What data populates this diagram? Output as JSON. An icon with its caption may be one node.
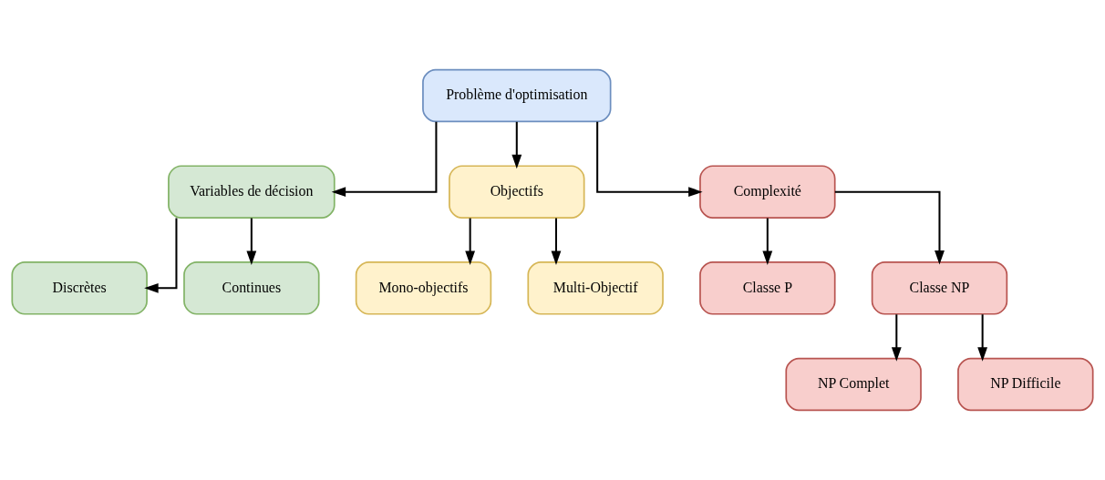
{
  "diagram": {
    "nodes": [
      {
        "text": [
          "Problème d'optimisation"
        ]
      },
      {
        "text": [
          "Variables de décision"
        ]
      },
      {
        "text": [
          "Objectifs"
        ]
      },
      {
        "text": [
          "Complexité"
        ]
      },
      {
        "text": [
          "Discrètes"
        ]
      },
      {
        "text": [
          "Continues"
        ]
      },
      {
        "text": [
          "Mono-objectifs"
        ]
      },
      {
        "text": [
          "Multi-Objectif"
        ]
      },
      {
        "text": [
          "Classe P"
        ]
      },
      {
        "text": [
          "Classe NP"
        ]
      },
      {
        "text": [
          "NP Complet"
        ]
      },
      {
        "text": [
          "NP Difficile"
        ]
      }
    ],
    "edges": [
      {
        "from": 0,
        "to": 1,
        "arrow": "to"
      },
      {
        "from": 0,
        "to": 2,
        "arrow": "to"
      },
      {
        "from": 0,
        "to": 3,
        "arrow": "to"
      },
      {
        "from": 1,
        "to": 4,
        "arrow": "to"
      },
      {
        "from": 1,
        "to": 5,
        "arrow": "to"
      },
      {
        "from": 2,
        "to": 6,
        "arrow": "to"
      },
      {
        "from": 2,
        "to": 7,
        "arrow": "to"
      },
      {
        "from": 3,
        "to": 8,
        "arrow": "to"
      },
      {
        "from": 3,
        "to": 9,
        "arrow": "to"
      },
      {
        "from": 9,
        "to": 10,
        "arrow": "to"
      },
      {
        "from": 9,
        "to": 11,
        "arrow": "to"
      }
    ]
  }
}
